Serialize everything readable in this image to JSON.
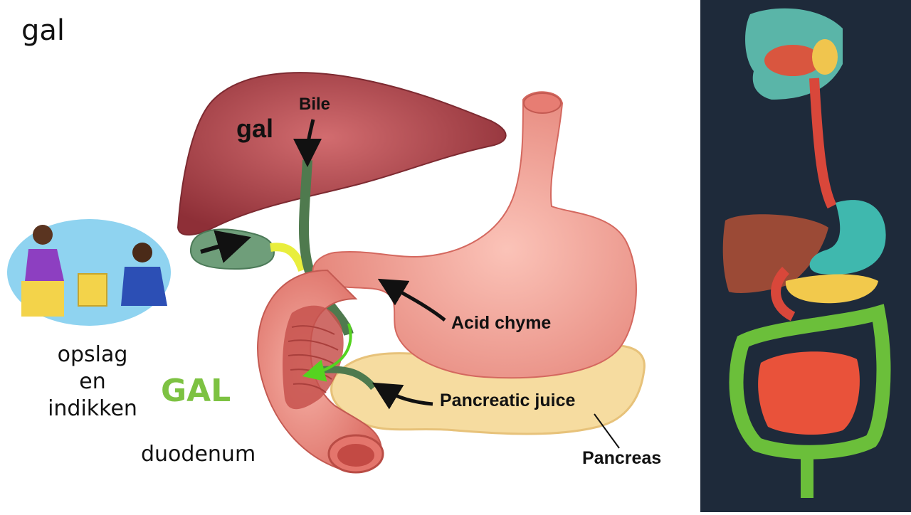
{
  "slide": {
    "title": "gal"
  },
  "labels": {
    "bile": "Bile",
    "gal_liver": "gal",
    "acid_chyme": "Acid chyme",
    "pancreatic_juice": "Pancreatic juice",
    "pancreas": "Pancreas",
    "gal_green": "GAL",
    "duodenum": "duodenum",
    "storage_lines": [
      "opslag",
      "en",
      "indikken"
    ]
  },
  "colors": {
    "liver": "#a8464b",
    "stomach": "#ef9a90",
    "pancreas": "#f6dca0",
    "gallbladder": "#6f9e7a",
    "bile_duct": "#4f7a4e",
    "bile_yellow": "#e9ee3d",
    "green_arrow": "#55d320",
    "gal_green": "#7dc242",
    "right_bg": "#1e2a3a"
  }
}
